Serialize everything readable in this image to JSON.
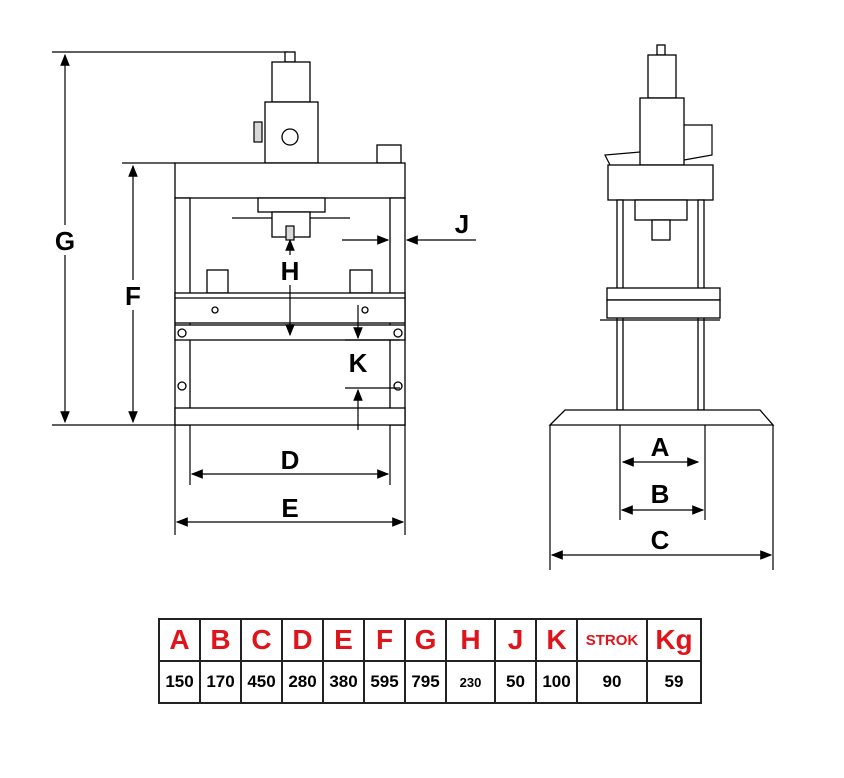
{
  "drawing": {
    "front_view_labels": {
      "G": "G",
      "F": "F",
      "H": "H",
      "J": "J",
      "K": "K",
      "D": "D",
      "E": "E"
    },
    "side_view_labels": {
      "A": "A",
      "B": "B",
      "C": "C"
    }
  },
  "spec_table": {
    "headers": [
      "A",
      "B",
      "C",
      "D",
      "E",
      "F",
      "G",
      "H",
      "J",
      "K",
      "STROK",
      "Kg"
    ],
    "values": [
      "150",
      "170",
      "450",
      "280",
      "380",
      "595",
      "795",
      "230",
      "50",
      "100",
      "90",
      "59"
    ],
    "header_color": "#e0141b"
  }
}
